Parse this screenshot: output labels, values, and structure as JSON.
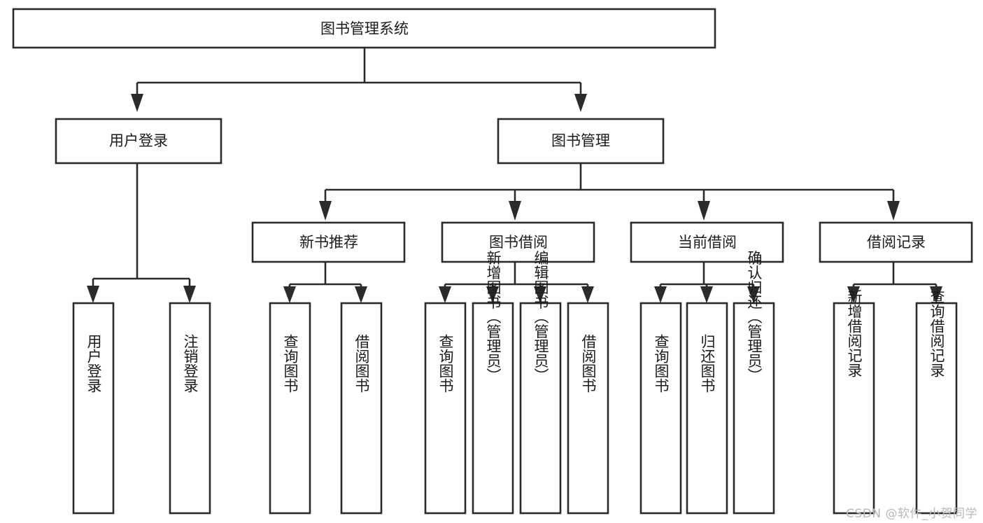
{
  "diagram": {
    "type": "tree-hierarchy",
    "title": "图书管理系统",
    "watermark": "CSDN @软件_小贺同学",
    "colors": {
      "background": "#ffffff",
      "box_stroke": "#2b2b2b",
      "box_fill": "#ffffff",
      "text": "#1b1b1b",
      "watermark_text": "#b9b9b9"
    },
    "levels": {
      "root": "图书管理系统",
      "level2": [
        "用户登录",
        "图书管理"
      ],
      "level3": [
        "新书推荐",
        "图书借阅",
        "当前借阅",
        "借阅记录"
      ],
      "leaves": [
        "用户登录",
        "注销登录",
        "查询图书",
        "借阅图书",
        "查询图书",
        "新增图书（管理员）",
        "编辑图书（管理员）",
        "借阅图书",
        "查询图书",
        "归还图书",
        "确认归还（管理员）",
        "新增借阅记录",
        "查询借阅记录"
      ]
    },
    "nodes": {
      "root": {
        "label": "图书管理系统"
      },
      "user_login": {
        "label": "用户登录"
      },
      "book_manage": {
        "label": "图书管理"
      },
      "new_book_rec": {
        "label": "新书推荐"
      },
      "book_borrow": {
        "label": "图书借阅"
      },
      "current_borrow": {
        "label": "当前借阅"
      },
      "borrow_record": {
        "label": "借阅记录"
      },
      "leaf_user_login": {
        "label": "用户登录"
      },
      "leaf_logout": {
        "label": "注销登录"
      },
      "leaf_query_book_1": {
        "label": "查询图书"
      },
      "leaf_borrow_book_1": {
        "label": "借阅图书"
      },
      "leaf_query_book_2": {
        "label": "查询图书"
      },
      "leaf_add_book": {
        "label": "新增图书（管理员）"
      },
      "leaf_edit_book": {
        "label": "编辑图书（管理员）"
      },
      "leaf_borrow_book_2": {
        "label": "借阅图书"
      },
      "leaf_query_book_3": {
        "label": "查询图书"
      },
      "leaf_return_book": {
        "label": "归还图书"
      },
      "leaf_confirm_return": {
        "label": "确认归还（管理员）"
      },
      "leaf_add_record": {
        "label": "新增借阅记录"
      },
      "leaf_query_record": {
        "label": "查询借阅记录"
      }
    },
    "edges": [
      {
        "from": "图书管理系统",
        "to": "用户登录"
      },
      {
        "from": "图书管理系统",
        "to": "图书管理"
      },
      {
        "from": "用户登录",
        "to": "用户登录"
      },
      {
        "from": "用户登录",
        "to": "注销登录"
      },
      {
        "from": "图书管理",
        "to": "新书推荐"
      },
      {
        "from": "图书管理",
        "to": "图书借阅"
      },
      {
        "from": "图书管理",
        "to": "当前借阅"
      },
      {
        "from": "图书管理",
        "to": "借阅记录"
      },
      {
        "from": "新书推荐",
        "to": "查询图书"
      },
      {
        "from": "新书推荐",
        "to": "借阅图书"
      },
      {
        "from": "图书借阅",
        "to": "查询图书"
      },
      {
        "from": "图书借阅",
        "to": "新增图书（管理员）"
      },
      {
        "from": "图书借阅",
        "to": "编辑图书（管理员）"
      },
      {
        "from": "图书借阅",
        "to": "借阅图书"
      },
      {
        "from": "当前借阅",
        "to": "查询图书"
      },
      {
        "from": "当前借阅",
        "to": "归还图书"
      },
      {
        "from": "当前借阅",
        "to": "确认归还（管理员）"
      },
      {
        "from": "借阅记录",
        "to": "新增借阅记录"
      },
      {
        "from": "借阅记录",
        "to": "查询借阅记录"
      }
    ]
  }
}
